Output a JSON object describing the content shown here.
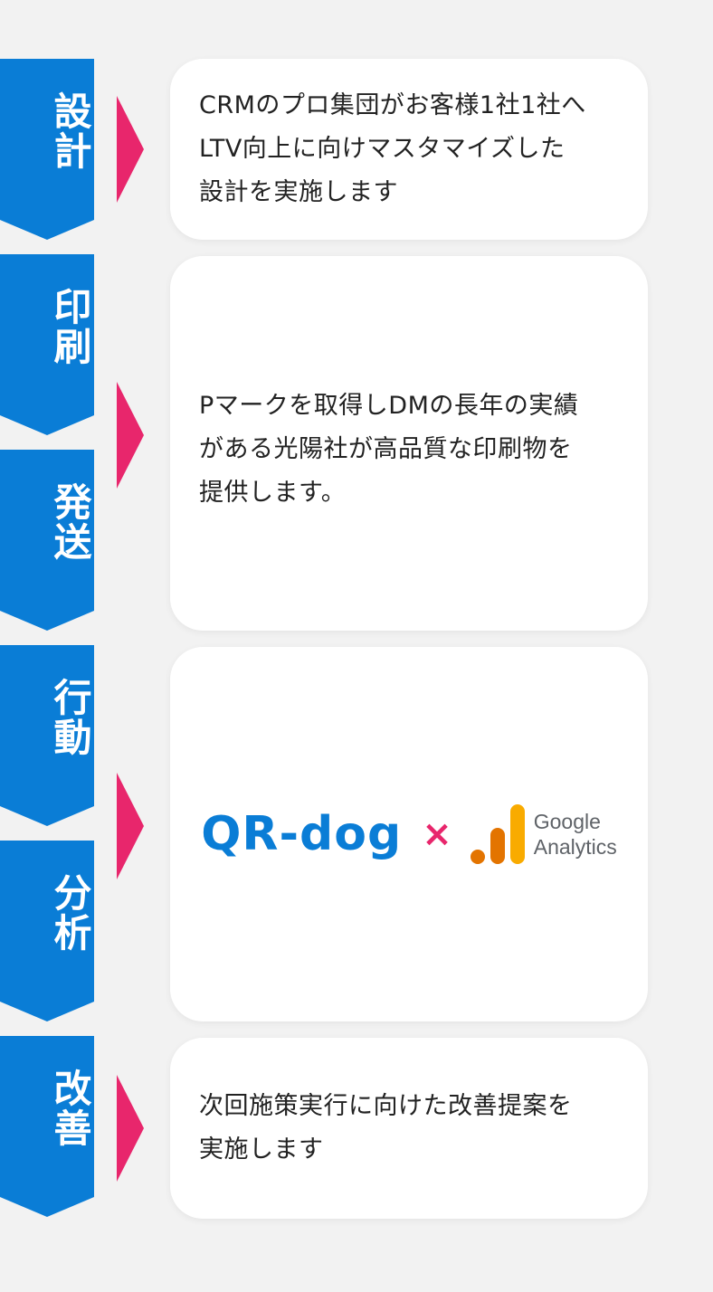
{
  "steps": [
    {
      "label": "設計"
    },
    {
      "label": "印刷"
    },
    {
      "label": "発送"
    },
    {
      "label": "行動"
    },
    {
      "label": "分析"
    },
    {
      "label": "改善"
    }
  ],
  "cards": {
    "design": {
      "lines": [
        "CRMのプロ集団がお客様1社1社へ",
        "LTV向上に向けマスタマイズした",
        "設計を実施します"
      ]
    },
    "print": {
      "lines": [
        "Pマークを取得しDMの長年の実績",
        "がある光陽社が高品質な印刷物を",
        "提供します。"
      ]
    },
    "analysis": {
      "qr_logo": "QR-dog",
      "times": "×",
      "ga_google": "Google",
      "ga_analytics": "Analytics",
      "ga_icon": "google-analytics-icon"
    },
    "improve": {
      "lines": [
        "次回施策実行に向けた改善提案を",
        "実施します"
      ]
    }
  },
  "colors": {
    "step_blue": "#0a7dd6",
    "arrow_pink": "#e8266c",
    "ga_orange_dark": "#e37400",
    "ga_orange_light": "#f9ab00"
  }
}
